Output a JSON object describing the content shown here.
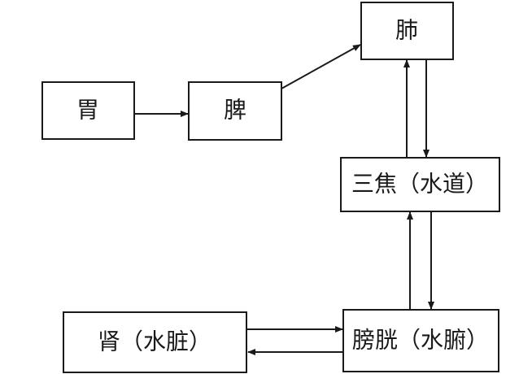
{
  "nodes": {
    "stomach": "胃",
    "spleen": "脾",
    "lung": "肺",
    "sanjiao": "三焦（水道）",
    "bladder": "膀胱（水腑）",
    "kidney": "肾（水脏）"
  },
  "colors": {
    "line": "#1a1a1a",
    "box_fill": "#ffffff"
  }
}
